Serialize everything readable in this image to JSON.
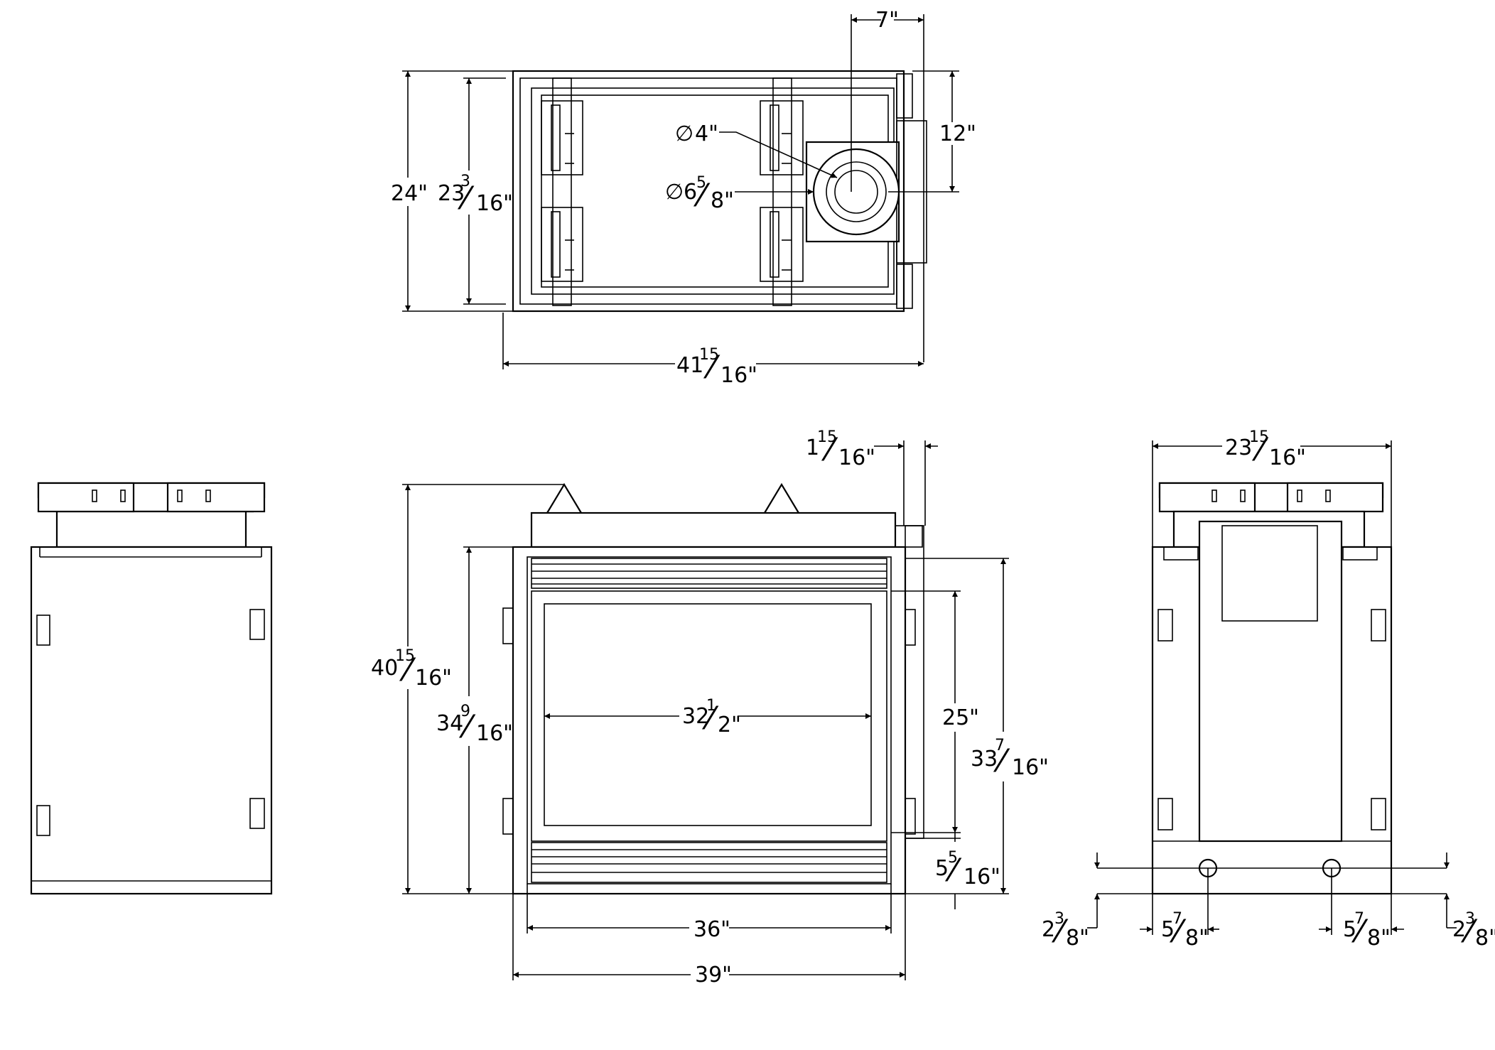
{
  "dimensions": {
    "top_offset": "7\"",
    "top_flue_height": "12\"",
    "top_inner_dia": "4\"",
    "top_outer_dia_whole": "6",
    "top_outer_dia_num": "5",
    "top_outer_dia_den": "8\"",
    "top_depth": "24\"",
    "top_depth_inner_whole": "23",
    "top_depth_inner_num": "3",
    "top_depth_inner_den": "16\"",
    "top_width_whole": "41",
    "top_width_num": "15",
    "top_width_den": "16\"",
    "front_standoff_whole": "1",
    "front_standoff_num": "15",
    "front_standoff_den": "16\"",
    "front_total_height_whole": "40",
    "front_total_height_num": "15",
    "front_total_height_den": "16\"",
    "front_body_height_whole": "34",
    "front_body_height_num": "9",
    "front_body_height_den": "16\"",
    "front_glass_width_whole": "32",
    "front_glass_width_num": "1",
    "front_glass_width_den": "2\"",
    "front_glass_height": "25\"",
    "front_frame_height_whole": "33",
    "front_frame_height_num": "7",
    "front_frame_height_den": "16\"",
    "front_bottom_offset_whole": "5",
    "front_bottom_offset_num": "5",
    "front_bottom_offset_den": "16\"",
    "front_opening_width": "36\"",
    "front_overall_width": "39\"",
    "side_width_whole": "23",
    "side_width_num": "15",
    "side_width_den": "16\"",
    "side_gas_height_whole": "2",
    "side_gas_height_num": "3",
    "side_gas_height_den": "8\"",
    "side_gas_left_whole": "5",
    "side_gas_left_num": "7",
    "side_gas_left_den": "8\"",
    "side_gas_right_whole": "5",
    "side_gas_right_num": "7",
    "side_gas_right_den": "8\"",
    "side_gas_height2_whole": "2",
    "side_gas_height2_num": "3",
    "side_gas_height2_den": "8\""
  },
  "dia_symbol": "∅"
}
